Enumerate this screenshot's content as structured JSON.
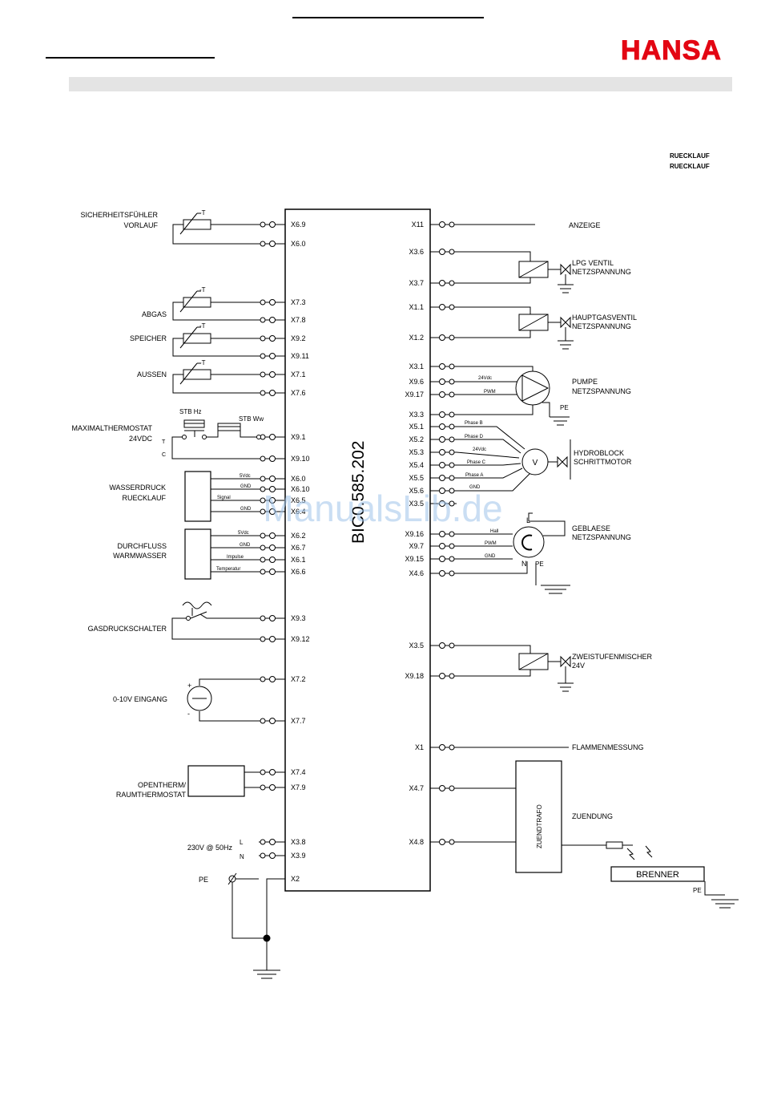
{
  "brand": {
    "logo": "HANSA",
    "color": "#e30613"
  },
  "watermark": "ManualsLib.de",
  "header_right": [
    "RUECKLAUF",
    "RUECKLAUF"
  ],
  "module": {
    "name": "BIC0.585.202"
  },
  "left_terminals": [
    "X6.9",
    "X6.0",
    "X7.3",
    "X7.8",
    "X9.2",
    "X9.11",
    "X7.1",
    "X7.6",
    "X9.1",
    "X9.10",
    "X6.0",
    "X6.10",
    "X6.5",
    "X6.4",
    "X6.2",
    "X6.7",
    "X6.1",
    "X6.6",
    "X9.3",
    "X9.12",
    "X7.2",
    "X7.7",
    "X7.4",
    "X7.9",
    "X3.8",
    "X3.9",
    "X2"
  ],
  "right_terminals": [
    "X11",
    "X3.6",
    "X3.7",
    "X1.1",
    "X1.2",
    "X3.1",
    "X9.6",
    "X9.17",
    "X3.3",
    "X5.1",
    "X5.2",
    "X5.3",
    "X5.4",
    "X5.5",
    "X5.6",
    "X3.5",
    "X9.16",
    "X9.7",
    "X9.15",
    "X4.6",
    "X3.5",
    "X9.18",
    "X1",
    "X4.7",
    "X4.8"
  ],
  "left_labels": {
    "sicherheit": [
      "SICHERHEITSFÜHLER",
      "VORLAUF"
    ],
    "abgas": "ABGAS",
    "speicher": "SPEICHER",
    "aussen": "AUSSEN",
    "max": [
      "MAXIMALTHERMOSTAT",
      "24VDC"
    ],
    "wasserdruck": [
      "WASSERDRUCK",
      "RUECKLAUF"
    ],
    "durchfluss": [
      "DURCHFLUSS",
      "WARMWASSER"
    ],
    "gas": "GASDRUCKSCHALTER",
    "eingang": "0-10V EINGANG",
    "opentherm": [
      "OPENTHERM/",
      "RAUMTHERMOSTAT"
    ],
    "power": "230V @ 50Hz",
    "pe": "PE"
  },
  "small_labels": {
    "t": "-T",
    "stb_hz": "STB Hz",
    "stb_ww": "STB Ww",
    "sig_l": "T",
    "sig_c": "C",
    "wd": [
      "5Vdc",
      "GND",
      "Signal",
      "GND"
    ],
    "df": [
      "5Vdc",
      "GND",
      "Impulse",
      "Temperatur"
    ],
    "l": "L",
    "n": "N",
    "plus": "+",
    "minus": "-"
  },
  "right_labels": {
    "anzeige": "ANZEIGE",
    "lpg": [
      "LPG VENTIL",
      "NETZSPANNUNG"
    ],
    "hauptgas": [
      "HAUPTGASVENTIL",
      "NETZSPANNUNG"
    ],
    "pumpe": [
      "PUMPE",
      "NETZSPANNUNG"
    ],
    "pumpe_sig": [
      "24Vdc",
      "PWM"
    ],
    "pe": "PE",
    "hydro": [
      "HYDROBLOCK",
      "SCHRITTMOTOR"
    ],
    "phases": [
      "Phase B",
      "Phase D",
      "24Vdc",
      "Phase C",
      "Phase A",
      "GND"
    ],
    "v": "V",
    "geblaese": [
      "GEBLAESE",
      "NETZSPANNUNG"
    ],
    "geb_sig": [
      "Hall",
      "PWM",
      "GND"
    ],
    "geb_l": "L",
    "geb_n": "N",
    "geb_pe": "PE",
    "zweistufen": [
      "ZWEISTUFENMISCHER",
      "24V"
    ],
    "flamme": "FLAMMENMESSUNG",
    "zuendtrafo": "ZUENDTRAFO",
    "zuendung": "ZUENDUNG",
    "brenner": "BRENNER",
    "brenner_pe": "PE"
  }
}
